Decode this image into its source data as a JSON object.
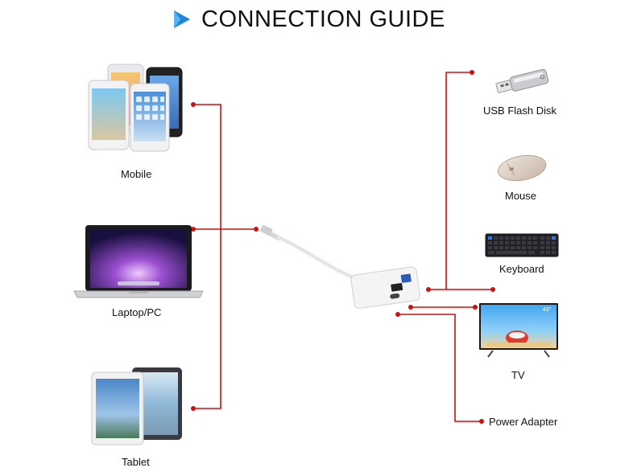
{
  "title": "CONNECTION GUIDE",
  "accent_color": "#1e88d8",
  "line_color": "#cc1111",
  "left_devices": [
    {
      "label": "Mobile",
      "icon": "smartphones-icon"
    },
    {
      "label": "Laptop/PC",
      "icon": "laptop-icon"
    },
    {
      "label": "Tablet",
      "icon": "tablets-icon"
    }
  ],
  "right_devices": [
    {
      "label": "USB Flash Disk",
      "icon": "usb-flash-disk-icon"
    },
    {
      "label": "Mouse",
      "icon": "mouse-icon"
    },
    {
      "label": "Keyboard",
      "icon": "keyboard-icon"
    },
    {
      "label": "TV",
      "icon": "tv-icon",
      "tv_size_badge": "43\""
    },
    {
      "label": "Power Adapter",
      "icon": "power-adapter-icon"
    }
  ]
}
